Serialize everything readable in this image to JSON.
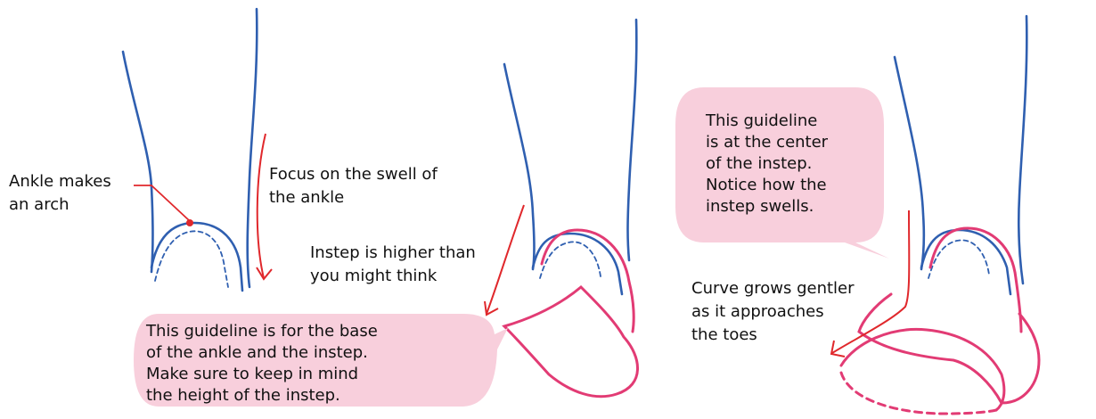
{
  "colors": {
    "blue": "#2f5fb0",
    "pink": "#e23b74",
    "red": "#e0282c",
    "bubble": "#f8cfdc",
    "text": "#111111"
  },
  "panel1": {
    "ankle_label_line1": "Ankle makes",
    "ankle_label_line2": "an arch",
    "swell_line1": "Focus on the swell of",
    "swell_line2": "the ankle"
  },
  "panel2": {
    "instep_line1": "Instep is higher than",
    "instep_line2": "you might think",
    "bubble_lines": [
      "This guideline is for the base",
      "of the ankle and the instep.",
      "Make sure to keep in mind",
      "the height of the instep."
    ]
  },
  "panel3": {
    "bubble_lines": [
      "This guideline",
      "is at the center",
      "of the instep.",
      "Notice how the",
      "instep swells."
    ],
    "curve_line1": "Curve grows gentler",
    "curve_line2": "as it approaches",
    "curve_line3": "the toes"
  }
}
